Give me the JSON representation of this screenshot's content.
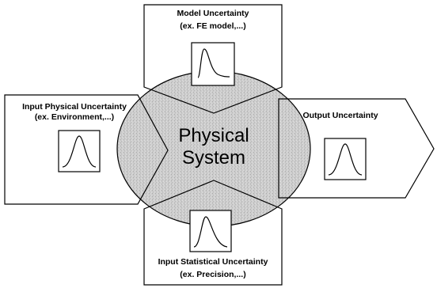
{
  "center": {
    "line1": "Physical",
    "line2": "System"
  },
  "top_box": {
    "title": "Model Uncertainty",
    "subtitle": "(ex. FE model,...)"
  },
  "left_box": {
    "title": "Input Physical Uncertainty",
    "subtitle": "(ex. Environment,...)"
  },
  "right_box": {
    "title": "Output Uncertainty"
  },
  "bottom_box": {
    "title": "Input Statistical Uncertainty",
    "subtitle": "(ex. Precision,...)"
  },
  "colors": {
    "ellipse_fill": "#c8c8c8",
    "stroke": "#000000",
    "background": "#ffffff"
  }
}
